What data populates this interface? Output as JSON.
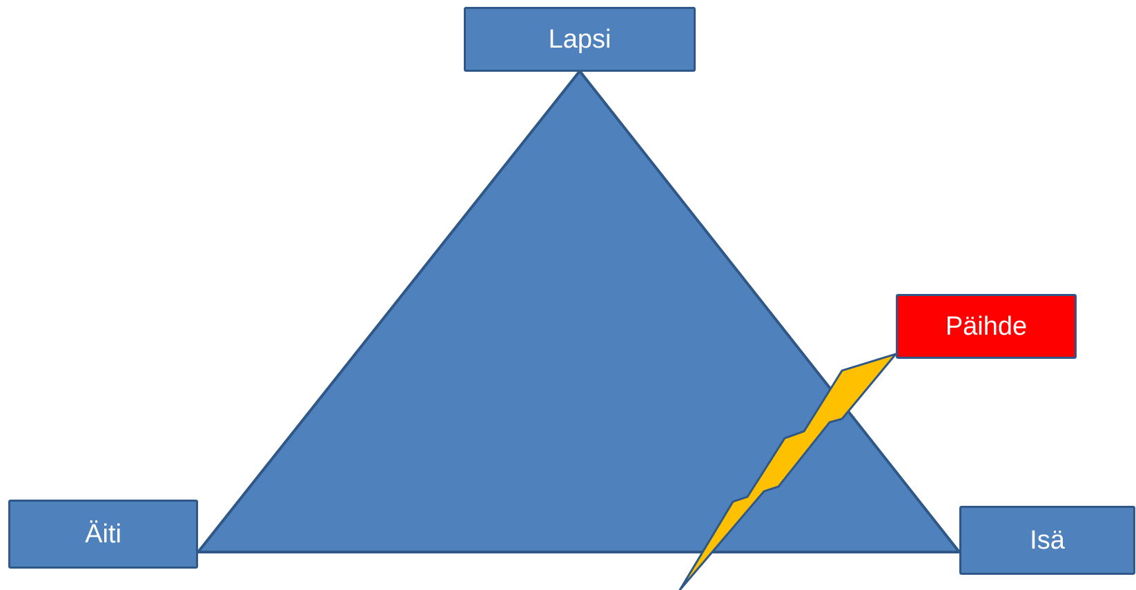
{
  "nodes": {
    "lapsi": {
      "label": "Lapsi",
      "color": "#4F81BD"
    },
    "aiti": {
      "label": "Äiti",
      "color": "#4F81BD"
    },
    "isa": {
      "label": "Isä",
      "color": "#4F81BD"
    },
    "paihde": {
      "label": "Päihde",
      "color": "#FF0000"
    }
  },
  "shapes": {
    "triangle_fill": "#4F81BD",
    "outline_color": "#2F5787",
    "lightning_fill": "#FFC000"
  }
}
